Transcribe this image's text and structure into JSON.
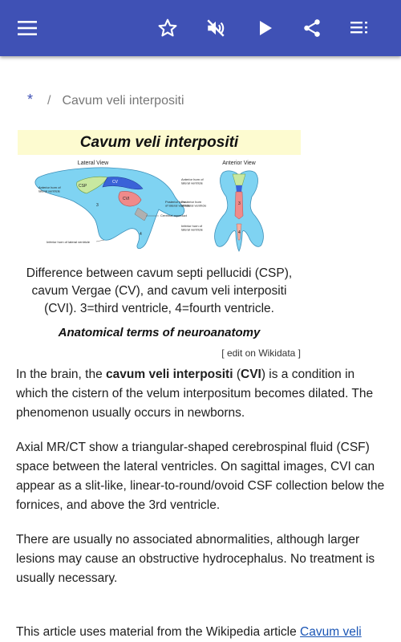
{
  "breadcrumb": {
    "home": "*",
    "separator": "/",
    "current": "Cavum veli interpositi"
  },
  "infobox": {
    "title": "Cavum veli interpositi",
    "diagram": {
      "lateral_title": "Lateral View",
      "anterior_title": "Anterior View",
      "lateral_labels": {
        "anterior_horn": [
          "Anterior horn of",
          "lateral ventricle"
        ],
        "csp": "CSP",
        "cv": "CV",
        "cvi": "CVI",
        "three": "3",
        "four": "4",
        "posterior_horn": [
          "Posterior horn",
          "of lateral ventricle"
        ],
        "aqueduct": "Cerebral aqueduct",
        "inferior_horn_left": "Inferior horn of lateral ventricle"
      },
      "anterior_labels": {
        "anterior_horn": [
          "Anterior horn of",
          "lateral ventricle"
        ],
        "posterior_horn": [
          "Posterior horn",
          "of lateral ventricle"
        ],
        "inferior_horn": [
          "Inferior horn of",
          "lateral ventricle"
        ],
        "three": "3",
        "four": "4"
      }
    },
    "caption_lines": [
      "Difference between cavum septi pellucidi (CSP),",
      "cavum Vergae (CV), and cavum veli interpositi",
      "(CVI). 3=third ventricle, 4=fourth ventricle."
    ],
    "subtitle": "Anatomical terms of neuroanatomy",
    "wikidata": "[ edit on Wikidata ]"
  },
  "paragraphs": {
    "p1": {
      "part1": "In the brain, the ",
      "bold1": "cavum veli interpositi",
      "part2": " (",
      "bold2": "CVI",
      "part3": ") is a condition in which the cistern of the velum interpositum becomes dilated. The phenomenon usually occurs in newborns."
    },
    "p2": "Axial MR/CT show a triangular-shaped cerebrospinal fluid (CSF) space between the lateral ventricles. On sagittal images, CVI can appear as a slit-like, linear-to-round/ovoid CSF collection below the fornices, and above the 3rd ventricle.",
    "p3": "There are usually no associated abnormalities, although larger lesions may cause an obstructive hydrocephalus. No treatment is usually necessary.",
    "p4": {
      "text": "This article uses material from the Wikipedia article ",
      "link": "Cavum veli"
    }
  },
  "colors": {
    "appbar": "#3f51b5",
    "ventricle": "#7fd3f2",
    "csp": "#c8e8a0",
    "cv": "#3a63d8",
    "cvi": "#f08a8a",
    "aqueduct": "#b0b0b0",
    "title_band": "#fdfbd0"
  },
  "toolbar_icons": [
    "menu-icon",
    "star-icon",
    "volume-off-icon",
    "play-icon",
    "share-icon",
    "list-icon"
  ]
}
